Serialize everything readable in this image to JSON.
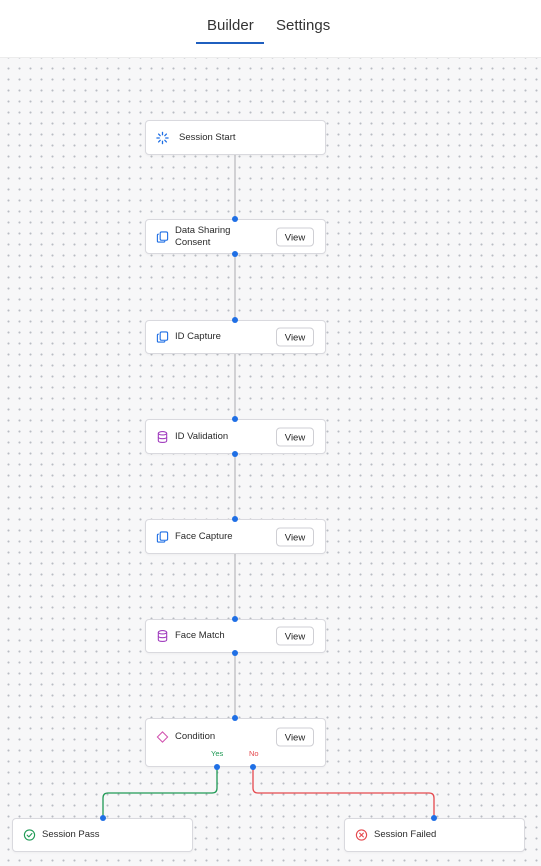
{
  "tabs": {
    "builder": "Builder",
    "settings": "Settings"
  },
  "nodes": {
    "session_start": "Session Start",
    "data_sharing_consent": "Data Sharing Consent",
    "id_capture": "ID Capture",
    "id_validation": "ID Validation",
    "face_capture": "Face Capture",
    "face_match": "Face Match",
    "condition": "Condition",
    "session_pass": "Session Pass",
    "session_failed": "Session Failed"
  },
  "view_label": "View",
  "branches": {
    "yes": "Yes",
    "no": "No"
  },
  "colors": {
    "accent": "#1f6fe5",
    "yes": "#1f9a55",
    "no": "#e5484d",
    "capture_icon": "#1f6fe5",
    "db_icon": "#a23fbf"
  },
  "icons": {
    "session_start": "spinner-icon",
    "capture": "copy-icon",
    "validation": "database-icon",
    "condition": "diamond-icon",
    "pass": "check-circle-icon",
    "failed": "x-circle-icon"
  }
}
